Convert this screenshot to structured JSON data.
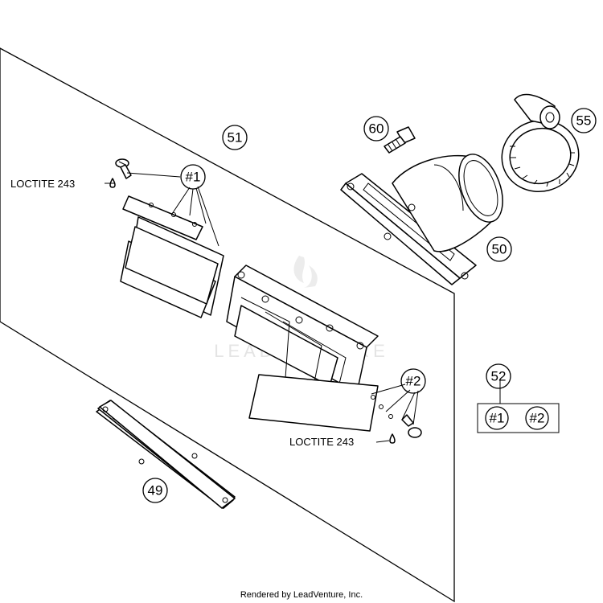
{
  "callouts": {
    "p51": "51",
    "p60": "60",
    "p55": "55",
    "p50": "50",
    "p52": "52",
    "p49": "49",
    "kit1_top": "#1",
    "kit2_mid": "#2",
    "kit1_box": "#1",
    "kit2_box": "#2"
  },
  "labels": {
    "loctite_top": "LOCTITE 243",
    "loctite_bottom": "LOCTITE 243"
  },
  "watermark": "LEADVENTURE",
  "footer": "Rendered by LeadVenture, Inc.",
  "colors": {
    "line": "#000000",
    "background": "#ffffff",
    "watermark": "#e4e4e4"
  }
}
